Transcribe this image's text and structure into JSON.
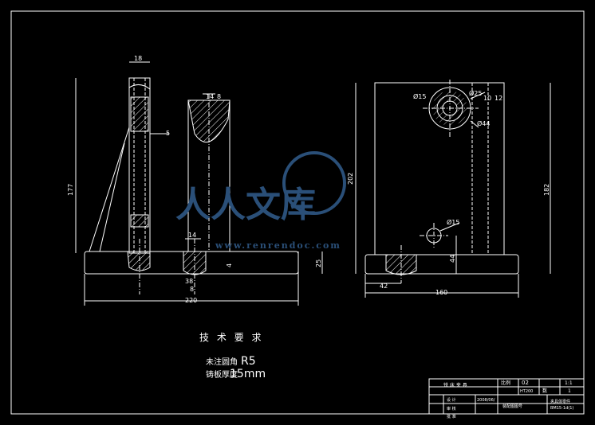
{
  "watermark": {
    "text": "人人文库",
    "url": "www.renrendoc.com"
  },
  "front_view": {
    "dims": [
      "18",
      "5",
      "177",
      "14",
      "8",
      "14",
      "4",
      "25",
      "38",
      "8",
      "220"
    ]
  },
  "side_view": {
    "dims": [
      "202",
      "182",
      "42",
      "44",
      "160",
      "Ø15",
      "Ø25",
      "10",
      "12",
      "Ø44",
      "Ø15"
    ]
  },
  "requirements": {
    "title": "技 术 要 求",
    "line1_prefix": "未注圆角",
    "line1_value": "R5",
    "line2_prefix": "铸板厚度",
    "line2_value": "15mm"
  },
  "title_block": {
    "name": "铣 床 夹 具",
    "scale_label": "比例",
    "scale_value": "02",
    "ratio": "1:1",
    "material": "HT200",
    "count_label": "数",
    "count_value": "1",
    "row1": "设 计",
    "row1_date": "2008/06/",
    "row2": "审 核",
    "row3": "批 准",
    "mid": "装配图图号",
    "right1": "夹具体零件",
    "right2": "BM15-1d(1)"
  }
}
